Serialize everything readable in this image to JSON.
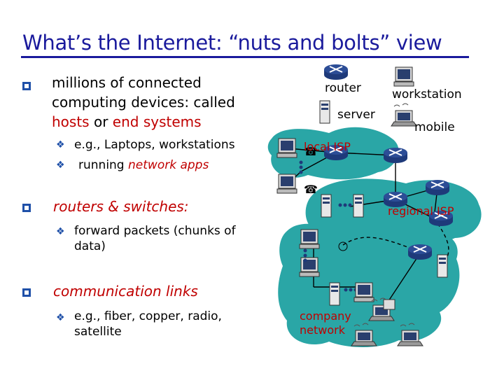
{
  "title": "What’s the Internet: “nuts and bolts” view",
  "bullets": {
    "hosts_line1": "millions of connected",
    "hosts_line2": "computing devices: called",
    "hosts_term": "hosts",
    "hosts_or": " or ",
    "hosts_term2": "end systems",
    "sub_laptops": "e.g., Laptops, workstations",
    "sub_apps_prefix": "running ",
    "sub_apps_term": "network apps",
    "routers": "routers & switches:",
    "sub_forward_line1": "forward packets (chunks of",
    "sub_forward_line2": "data)",
    "links": "communication links",
    "sub_links_line1": "e.g., fiber, copper, radio,",
    "sub_links_line2": "satellite"
  },
  "diagram": {
    "router_label": "router",
    "server_label": "server",
    "workstation_label": "workstation",
    "mobile_label": "mobile",
    "local_isp_label": "local ISP",
    "regional_isp_label": "regional ISP",
    "company_line1": "company",
    "company_line2": "network"
  },
  "colors": {
    "title": "#1a1a9c",
    "emphasis": "#c00000",
    "cloud": "#2aa6a6",
    "router": "#1e3a7a"
  }
}
